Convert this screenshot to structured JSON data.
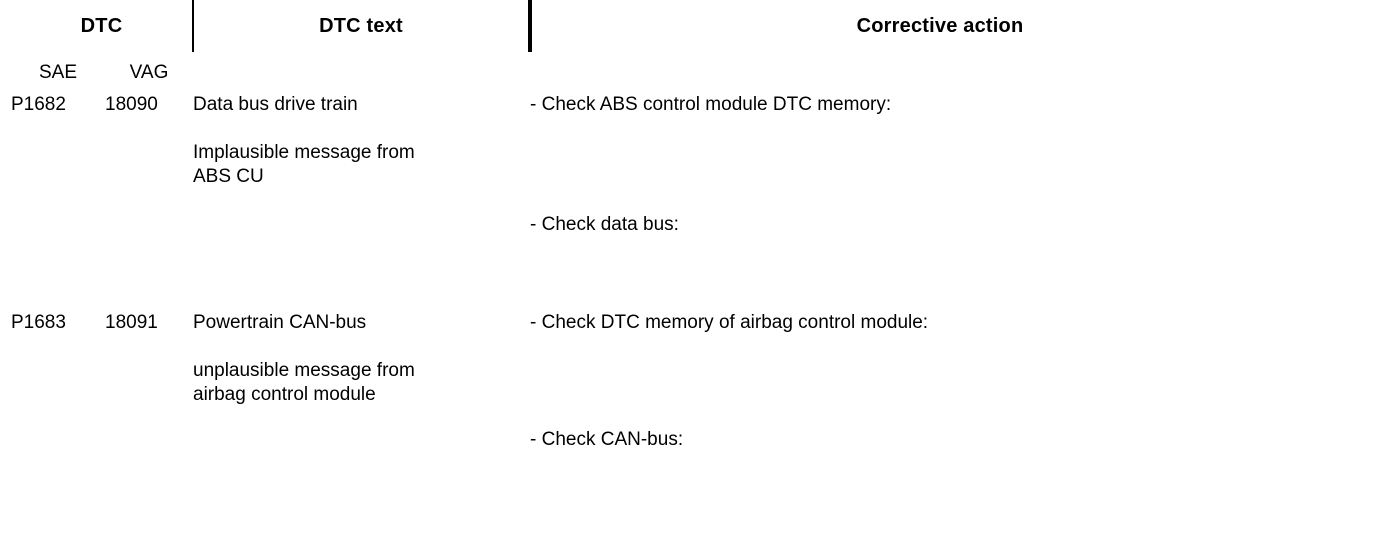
{
  "table": {
    "headers": {
      "group_dtc": "DTC",
      "sub_sae": "SAE",
      "sub_vag": "VAG",
      "dtc_text": "DTC text",
      "corrective_action": "Corrective action"
    },
    "rows": [
      {
        "sae": "P1682",
        "vag": "18090",
        "dtc_text_line1": "Data bus drive train",
        "dtc_text_line2": "Implausible message from",
        "dtc_text_line3": "ABS CU",
        "corrective_line1": "- Check ABS control module DTC memory:",
        "corrective_line2": "- Check data bus:"
      },
      {
        "sae": "P1683",
        "vag": "18091",
        "dtc_text_line1": "Powertrain CAN-bus",
        "dtc_text_line2": "unplausible message from",
        "dtc_text_line3": "airbag control module",
        "corrective_line1": "- Check DTC memory of airbag control module:",
        "corrective_line2": "- Check CAN-bus:"
      }
    ]
  },
  "colors": {
    "rule": "#000000",
    "text": "#000000",
    "background": "#ffffff"
  }
}
